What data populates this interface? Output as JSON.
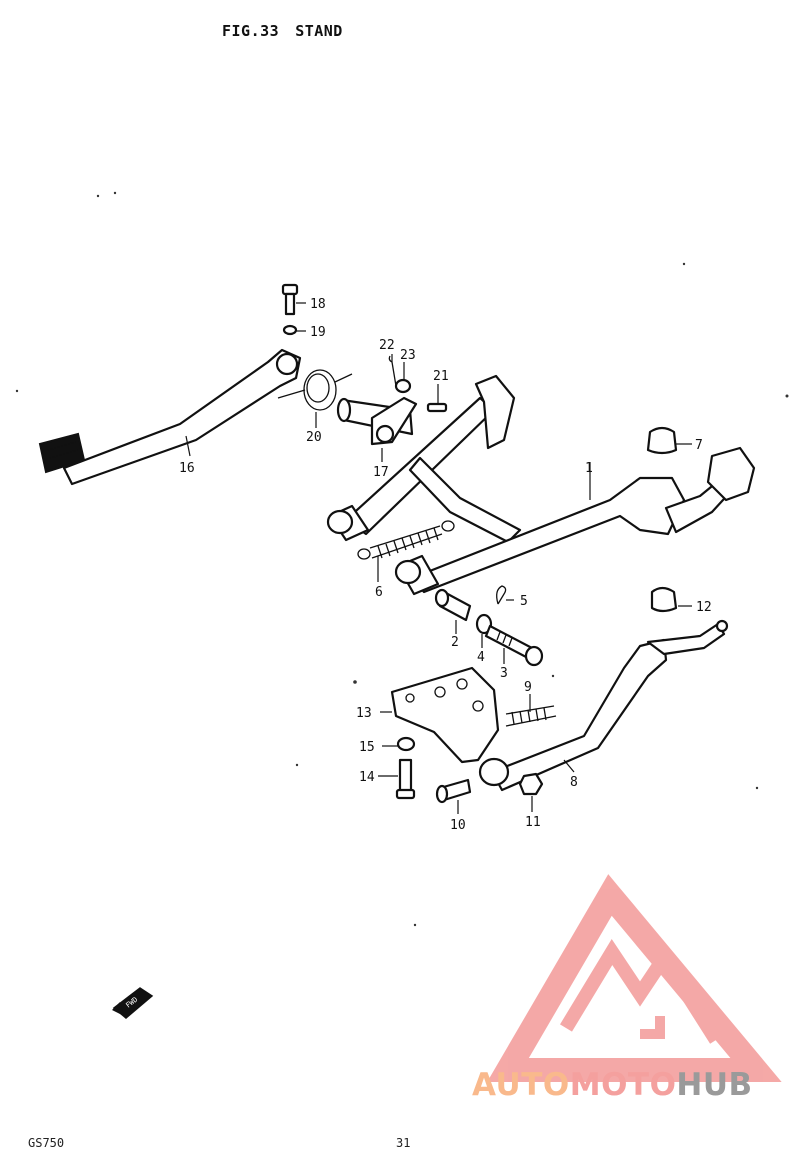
{
  "header": {
    "fig": "FIG.33",
    "title": "STAND"
  },
  "footer": {
    "model": "GS750",
    "page": "31"
  },
  "watermark": {
    "part1": "AUTO",
    "part2": "MOTO",
    "part3": "HUB",
    "colors": {
      "auto": "#f9b98c",
      "moto": "#f4a09e",
      "hub": "#9a9a9a",
      "logo": "#f39a98"
    }
  },
  "callouts": {
    "c1": "1",
    "c2": "2",
    "c3": "3",
    "c4": "4",
    "c5": "5",
    "c6": "6",
    "c7": "7",
    "c8": "8",
    "c9": "9",
    "c10": "10",
    "c11": "11",
    "c12": "12",
    "c13": "13",
    "c14": "14",
    "c15": "15",
    "c16": "16",
    "c17": "17",
    "c18": "18",
    "c19": "19",
    "c20": "20",
    "c21": "21",
    "c22": "22",
    "c23": "23"
  },
  "fwd_label": "FWD"
}
